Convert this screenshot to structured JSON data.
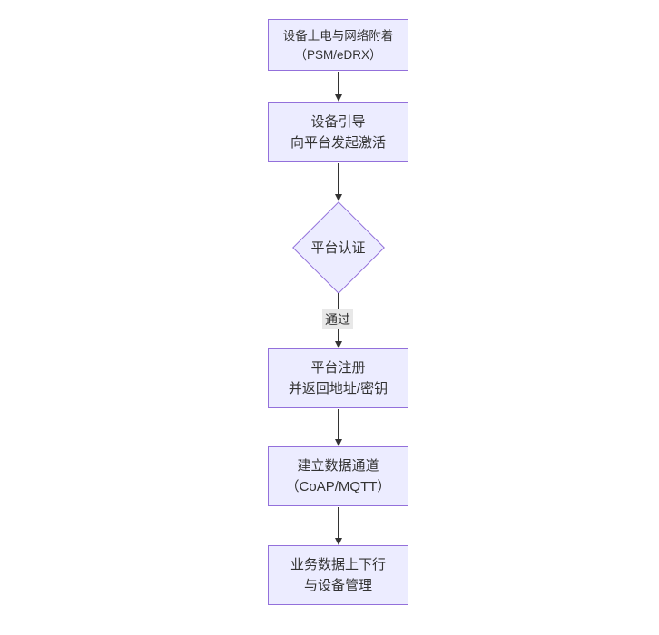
{
  "diagram": {
    "type": "flowchart",
    "direction": "top-down",
    "colors": {
      "background": "#ffffff",
      "node_fill": "#ECECFF",
      "node_border": "#9370DB",
      "text": "#333333",
      "arrow": "#333333",
      "edge_label_bg": "#e8e8e8"
    },
    "nodes": [
      {
        "id": "power-attach",
        "shape": "rect",
        "lines": [
          "设备上电与网络附着",
          "（PSM/eDRX）"
        ]
      },
      {
        "id": "bootstrap",
        "shape": "rect",
        "lines": [
          "设备引导",
          "向平台发起激活"
        ]
      },
      {
        "id": "platform-auth",
        "shape": "diamond",
        "lines": [
          "平台认证"
        ]
      },
      {
        "id": "register",
        "shape": "rect",
        "lines": [
          "平台注册",
          "并返回地址/密钥"
        ]
      },
      {
        "id": "data-channel",
        "shape": "rect",
        "lines": [
          "建立数据通道",
          "（CoAP/MQTT）"
        ]
      },
      {
        "id": "business-mgmt",
        "shape": "rect",
        "lines": [
          "业务数据上下行",
          "与设备管理"
        ]
      }
    ],
    "edges": [
      {
        "from": "power-attach",
        "to": "bootstrap",
        "label": ""
      },
      {
        "from": "bootstrap",
        "to": "platform-auth",
        "label": ""
      },
      {
        "from": "platform-auth",
        "to": "register",
        "label": "通过"
      },
      {
        "from": "register",
        "to": "data-channel",
        "label": ""
      },
      {
        "from": "data-channel",
        "to": "business-mgmt",
        "label": ""
      }
    ]
  }
}
